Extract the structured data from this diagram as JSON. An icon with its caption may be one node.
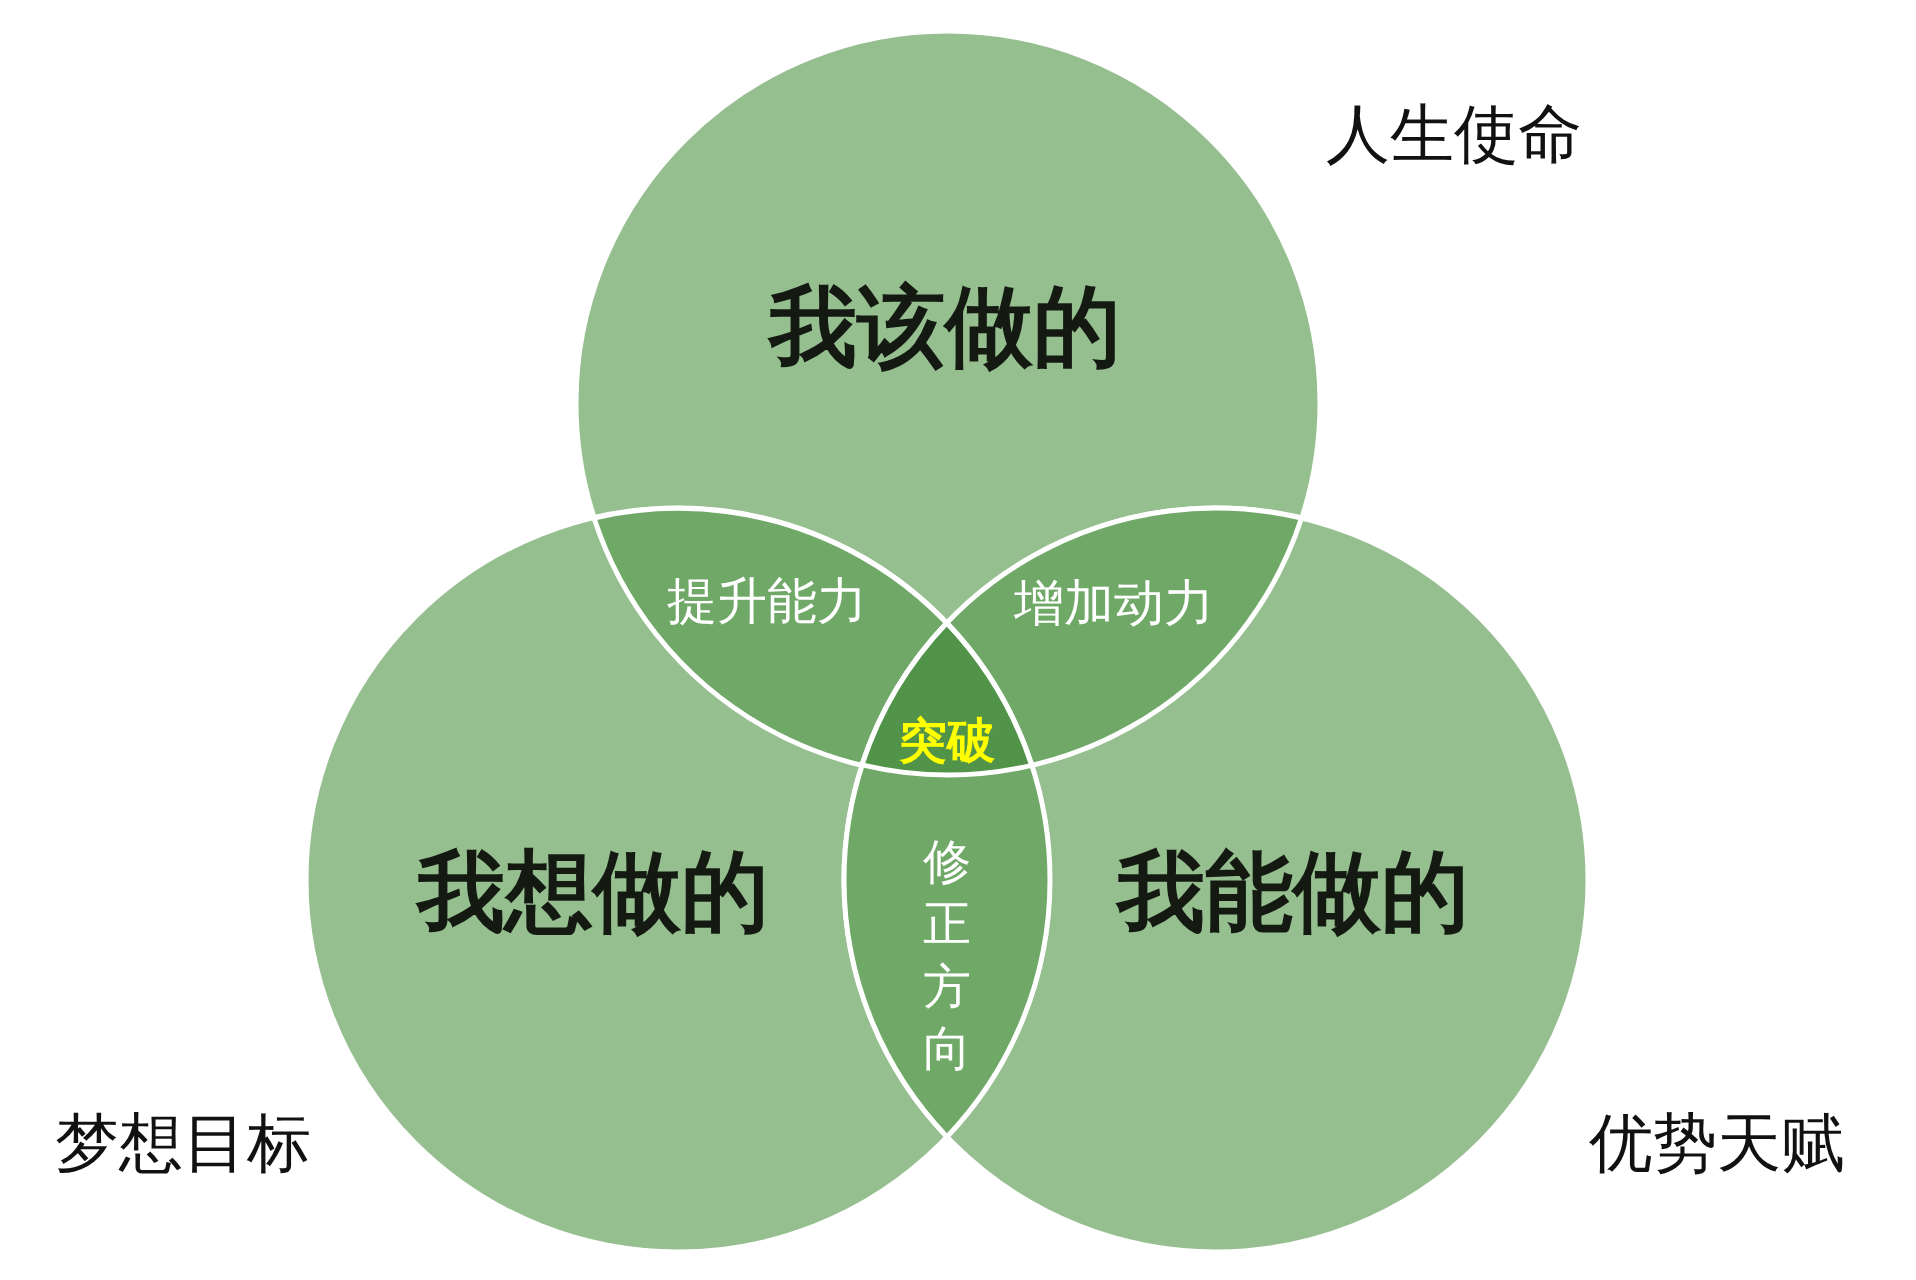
{
  "diagram": {
    "nodes": [
      {
        "text": [
          "我该做的"
        ],
        "beside": [
          "人生使命"
        ]
      },
      {
        "text": [
          "我想做的"
        ],
        "beside": [
          "梦想目标"
        ]
      },
      {
        "text": [
          "我能做的"
        ],
        "beside": [
          "优势天赋"
        ]
      },
      {
        "text": [
          "提升能力"
        ]
      },
      {
        "text": [
          "增加动力"
        ]
      },
      {
        "text": [
          "突破"
        ]
      },
      {
        "text": [
          "修正方向"
        ]
      }
    ]
  }
}
